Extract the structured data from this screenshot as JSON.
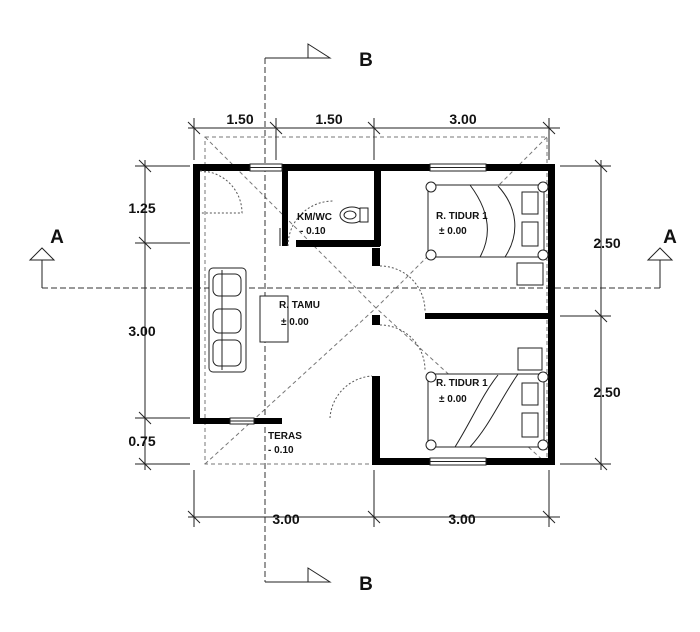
{
  "dimensions": {
    "top": [
      "1.50",
      "1.50",
      "3.00"
    ],
    "bottom": [
      "3.00",
      "3.00"
    ],
    "left": [
      "1.25",
      "3.00",
      "0.75"
    ],
    "right": [
      "2.50",
      "2.50"
    ]
  },
  "sections": {
    "a_left": "A",
    "a_right": "A",
    "b_top": "B",
    "b_bottom": "B"
  },
  "rooms": {
    "kmwc": {
      "name": "KM/WC",
      "level": "- 0.10"
    },
    "tamu": {
      "name": "R. TAMU",
      "level": "± 0.00"
    },
    "tidur_top": {
      "name": "R. TIDUR 1",
      "level": "± 0.00"
    },
    "tidur_bottom": {
      "name": "R. TIDUR 1",
      "level": "± 0.00"
    },
    "teras": {
      "name": "TERAS",
      "level": "- 0.10"
    }
  }
}
